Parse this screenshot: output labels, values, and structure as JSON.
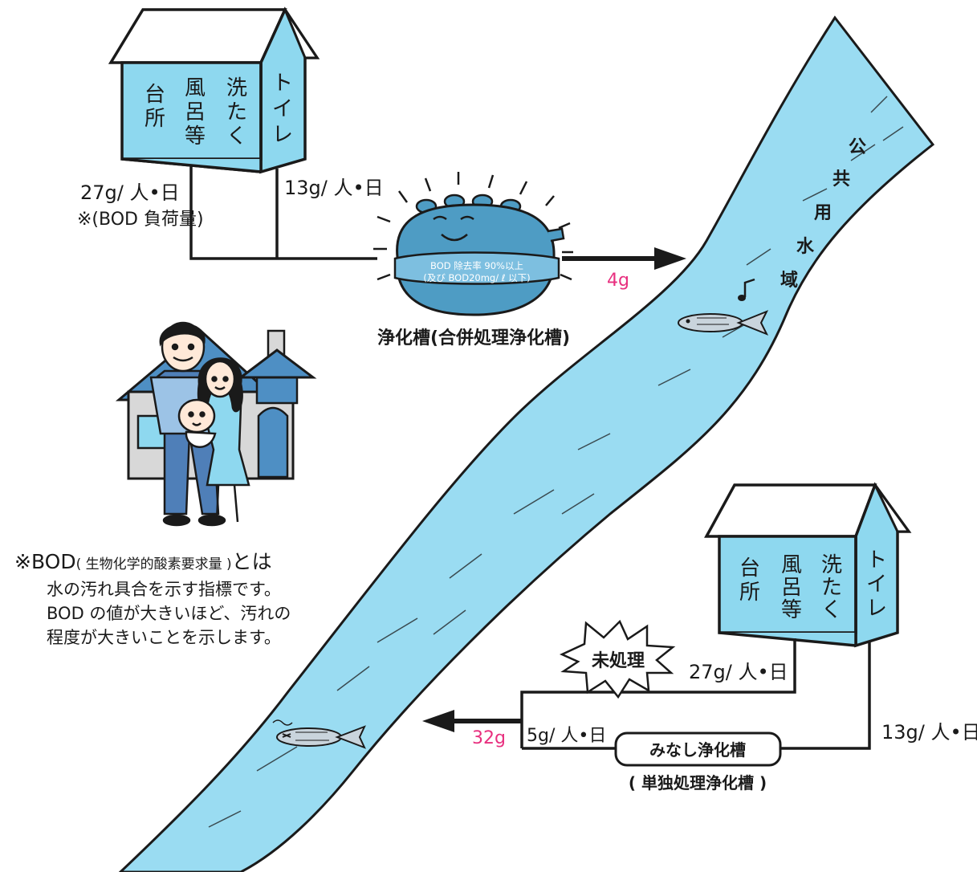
{
  "top_house": {
    "columns": [
      {
        "id": "kitchen",
        "text": "台所"
      },
      {
        "id": "bath",
        "text": "風呂等"
      },
      {
        "id": "laundry",
        "text": "洗たく"
      },
      {
        "id": "toilet",
        "text": "トイレ"
      }
    ],
    "grey_water_load": "27g/ 人•日",
    "bod_note": "※(BOD 負荷量)",
    "toilet_load": "13g/ 人•日"
  },
  "septic_tank": {
    "band_line1": "BOD 除去率 90%以上",
    "band_line2": "(及び BOD20mg/ ℓ 以下)",
    "caption": "浄化槽(合併処理浄化槽)",
    "output": "4g"
  },
  "river": {
    "label_chars": [
      "公",
      "共",
      "用",
      "水",
      "域"
    ]
  },
  "bottom_house": {
    "columns": [
      {
        "id": "kitchen",
        "text": "台所"
      },
      {
        "id": "bath",
        "text": "風呂等"
      },
      {
        "id": "laundry",
        "text": "洗たく"
      },
      {
        "id": "toilet",
        "text": "トイレ"
      }
    ],
    "untreated_label": "未処理",
    "grey_water_load": "27g/ 人•日",
    "toilet_load": "13g/ 人•日",
    "tank_output": "5g/ 人•日",
    "total_output": "32g",
    "tank_label": "みなし浄化槽",
    "tank_caption": "( 単独処理浄化槽 )"
  },
  "footnote": {
    "lead": "※BOD",
    "paren": "( 生物化学的酸素要求量 )",
    "lead_tail": "とは",
    "line2": "水の汚れ具合を示す指標です。",
    "line3": "BOD の値が大きいほど、汚れの",
    "line4": "程度が大きいことを示します。"
  },
  "colors": {
    "house_fill": "#8ed8ef",
    "river_fill": "#9adcf2",
    "tank_fill": "#4e9cc4",
    "accent_pink": "#e8307f",
    "roof_fill": "#ffffff",
    "line": "#1a1a1a"
  }
}
